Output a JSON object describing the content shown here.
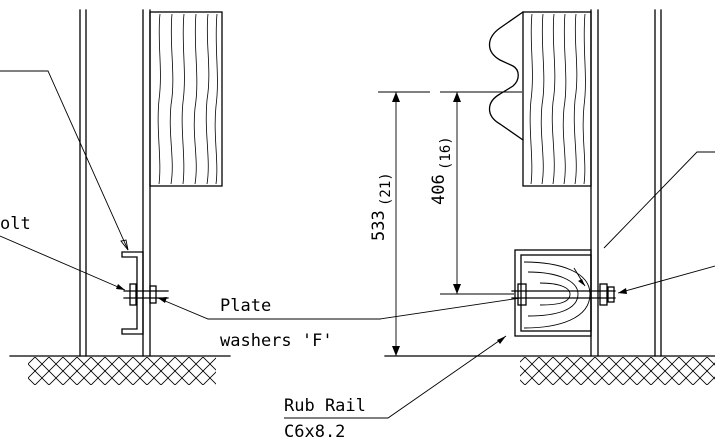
{
  "labels": {
    "bolt_partial": "olt",
    "plate_line1": "Plate",
    "plate_line2": "washers 'F'",
    "rub_rail_line1": "Rub Rail",
    "rub_rail_line2": "C6x8.2"
  },
  "dimensions": {
    "total_height_mm": "533",
    "total_height_in": "(21)",
    "rail_height_mm": "406",
    "rail_height_in": "(16)"
  }
}
